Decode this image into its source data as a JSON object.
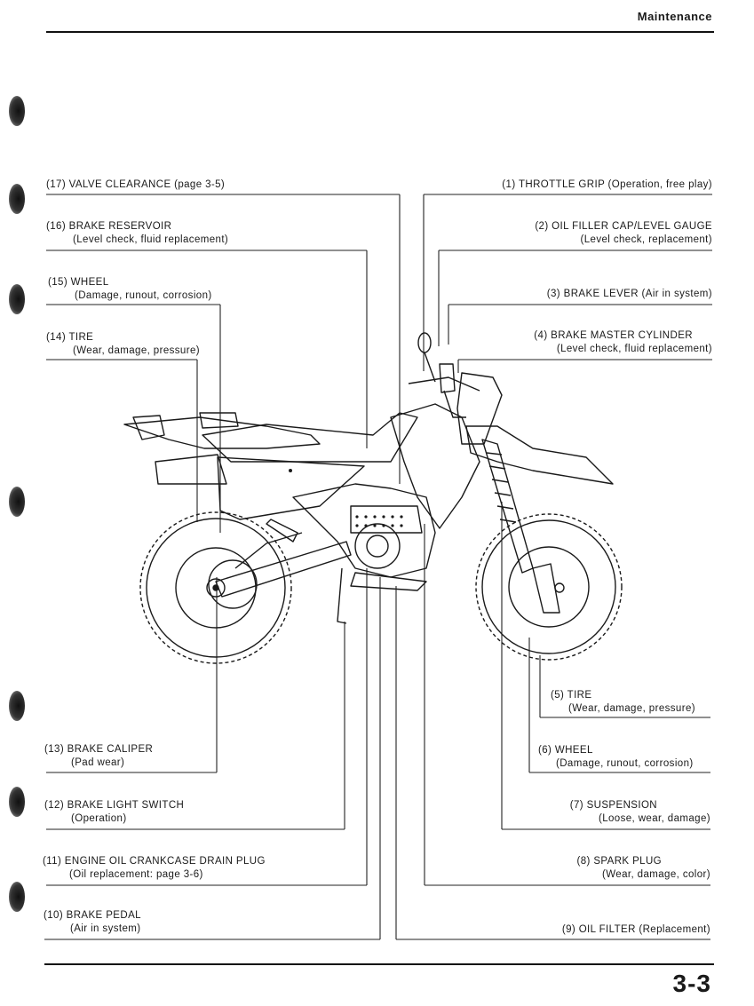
{
  "header": {
    "section": "Maintenance"
  },
  "page_number": "3-3",
  "labels": {
    "l17": {
      "title": "(17) VALVE CLEARANCE (page 3-5)",
      "sub": ""
    },
    "l16": {
      "title": "(16) BRAKE RESERVOIR",
      "sub": "(Level check, fluid replacement)"
    },
    "l15": {
      "title": "(15) WHEEL",
      "sub": "(Damage, runout, corrosion)"
    },
    "l14": {
      "title": "(14) TIRE",
      "sub": "(Wear, damage, pressure)"
    },
    "l13": {
      "title": "(13) BRAKE CALIPER",
      "sub": "(Pad wear)"
    },
    "l12": {
      "title": "(12) BRAKE LIGHT SWITCH",
      "sub": "(Operation)"
    },
    "l11": {
      "title": "(11) ENGINE OIL CRANKCASE DRAIN PLUG",
      "sub": "(Oil replacement: page 3-6)"
    },
    "l10": {
      "title": "(10) BRAKE PEDAL",
      "sub": "(Air in system)"
    },
    "l1": {
      "title": "(1) THROTTLE GRIP (Operation, free play)",
      "sub": ""
    },
    "l2": {
      "title": "(2) OIL FILLER CAP/LEVEL GAUGE",
      "sub": "(Level check, replacement)"
    },
    "l3": {
      "title": "(3) BRAKE LEVER (Air in system)",
      "sub": ""
    },
    "l4": {
      "title": "(4) BRAKE MASTER CYLINDER",
      "sub": "(Level check, fluid replacement)"
    },
    "l5": {
      "title": "(5) TIRE",
      "sub": "(Wear, damage, pressure)"
    },
    "l6": {
      "title": "(6) WHEEL",
      "sub": "(Damage, runout, corrosion)"
    },
    "l7": {
      "title": "(7) SUSPENSION",
      "sub": "(Loose, wear, damage)"
    },
    "l8": {
      "title": "(8) SPARK PLUG",
      "sub": "(Wear, damage, color)"
    },
    "l9": {
      "title": "(9) OIL FILTER (Replacement)",
      "sub": ""
    }
  }
}
